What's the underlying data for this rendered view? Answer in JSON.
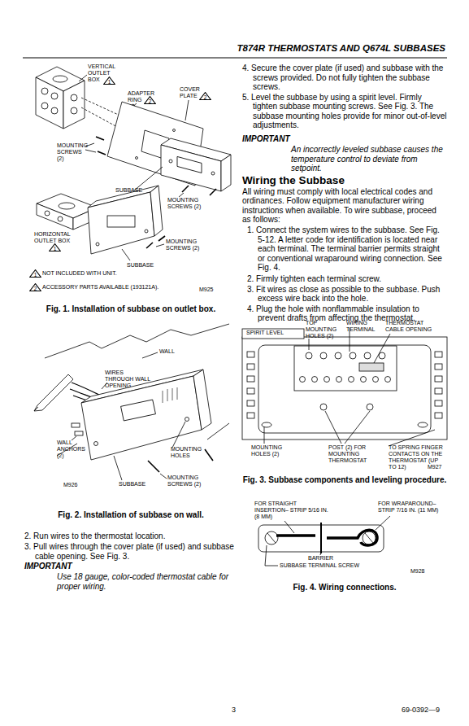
{
  "diagram": {
    "title": "T874R THERMOSTATS AND Q674L SUBBASES",
    "nodes": [
      {
        "text": [
          "1"
        ]
      },
      {
        "text": [
          "2"
        ]
      },
      {
        "text": [
          "2"
        ]
      },
      {
        "text": [
          "1"
        ]
      },
      {
        "text": [
          "1"
        ]
      },
      {
        "text": [
          "2"
        ]
      }
    ],
    "labels": [
      "VERTICAL OUTLET BOX",
      "ADAPTER RING",
      "COVER PLATE",
      "MOUNTING SCREWS (2)",
      "SUBBASE",
      "MOUNTING SCREWS (2)",
      "HORIZONTAL OUTLET BOX",
      "MOUNTING SCREWS (2)",
      "SUBBASE",
      "NOT INCLUDED WITH UNIT.",
      "ACCESSORY PARTS AVAILABLE (193121A).",
      "M925",
      "Fig. 1. Installation of subbase on outlet box.",
      "WALL",
      "WIRES THROUGH WALL OPENING",
      "WALL ANCHORS (2)",
      "MOUNTING HOLES",
      "MOUNTING SCREWS (2)",
      "M926",
      "SUBBASE",
      "Fig. 2. Installation of subbase on wall.",
      "2. Run wires to the thermostat location.",
      "3. Pull wires through the cover plate (if used) and subbase cable opening. See Fig. 3.",
      "IMPORTANT",
      "Use 18 gauge, color-coded thermostat cable for proper wiring.",
      "4. Secure the cover plate (if used) and subbase with the screws provided. Do not fully tighten the subbase screws.",
      "5. Level the subbase by using a spirit level. Firmly tighten subbase mounting screws. See Fig. 3. The subbase mounting holes provide for minor out-of-level adjustments.",
      "IMPORTANT",
      "An incorrectly leveled subbase causes the temperature control to deviate from setpoint.",
      "Wiring the Subbase",
      "All wiring must comply with local electrical codes and ordinances. Follow equipment manufacturer wiring instructions when available. To wire subbase, proceed as follows:",
      "1. Connect the system wires to the subbase. See Fig. 5-12. A letter code for identification is located near each terminal. The terminal barrier permits straight or conventional wraparound wiring connection. See Fig. 4.",
      "2. Firmly tighten each terminal screw.",
      "3. Fit wires as close as possible to the subbase. Push excess wire back into the hole.",
      "4. Plug the hole with nonflammable insulation to prevent drafts from affecting the thermostat.",
      "SPIRIT LEVEL",
      "TOP MOUNTING HOLES (2)",
      "WIRING TERMINAL",
      "THERMOSTAT CABLE OPENING",
      "MOUNTING HOLES (2)",
      "POST (2) FOR MOUNTING THERMOSTAT",
      "TO SPRING FINGER CONTACTS ON THE THERMOSTAT (UP TO 12)",
      "M927",
      "Fig. 3. Subbase components and leveling procedure.",
      "FOR STRAIGHT INSERTION– STRIP 5/16 IN. (8 MM)",
      "FOR WRAPAROUND– STRIP 7/16 IN. (11 MM)",
      "BARRIER",
      "SUBBASE TERMINAL SCREW",
      "M928",
      "Fig. 4. Wiring connections.",
      "3",
      "69-0392—9"
    ]
  }
}
